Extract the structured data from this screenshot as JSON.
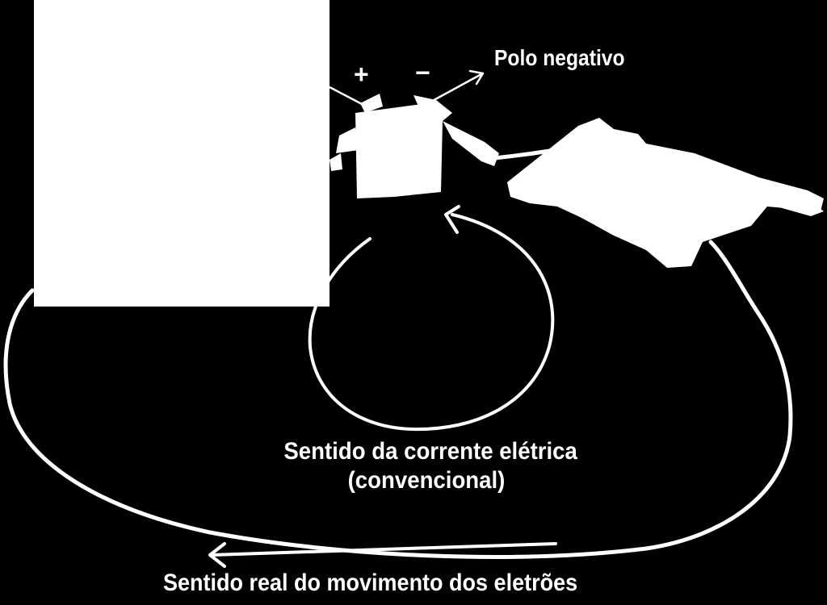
{
  "labels": {
    "negative_pole": "Polo negativo",
    "plus_sign": "+",
    "minus_sign": "−",
    "current_direction_line1": "Sentido da corrente elétrica",
    "current_direction_line2": "(convencional)",
    "electron_direction": "Sentido real do movimento dos eletrões"
  },
  "colors": {
    "background": "#000000",
    "foreground": "#ffffff"
  }
}
